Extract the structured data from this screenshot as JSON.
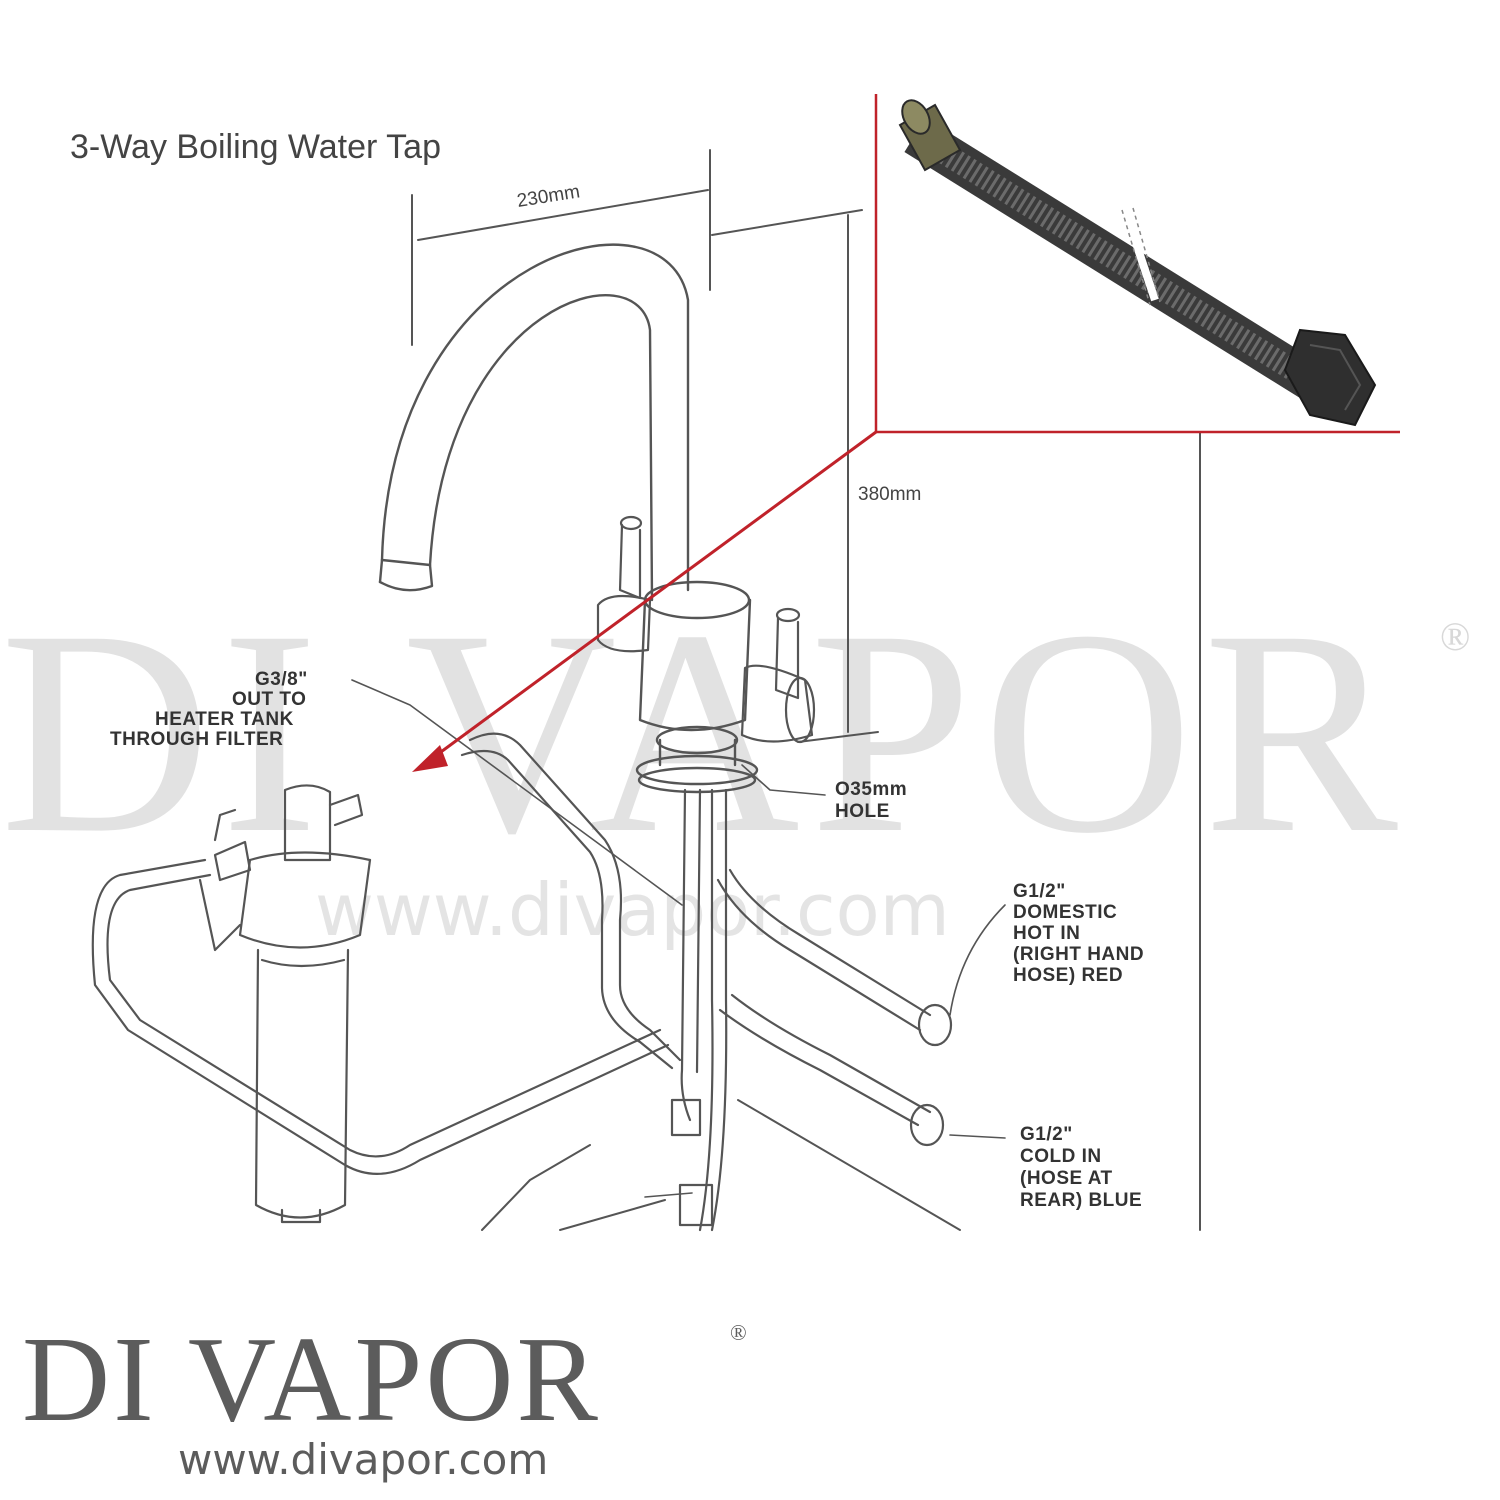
{
  "diagram": {
    "title": "3-Way Boiling Water Tap",
    "dimension_width": "230mm",
    "dimension_height": "380mm",
    "labels": {
      "outlet": [
        "G3/8\"",
        "OUT TO",
        "HEATER TANK",
        "THROUGH FILTER"
      ],
      "hole": [
        "O35mm",
        "HOLE"
      ],
      "hot_in": [
        "G1/2\"",
        "DOMESTIC",
        "HOT IN",
        "(RIGHT HAND",
        "HOSE) RED"
      ],
      "cold_in": [
        "G1/2\"",
        "COLD IN",
        "(HOSE AT",
        "REAR) BLUE"
      ]
    },
    "highlight_color": "#c0222a"
  },
  "watermark": {
    "brand": "DI VAPOR",
    "registered": "®",
    "url": "www.divapor.com"
  },
  "logo": {
    "brand": "DI VAPOR",
    "registered": "®",
    "url": "www.divapor.com"
  }
}
